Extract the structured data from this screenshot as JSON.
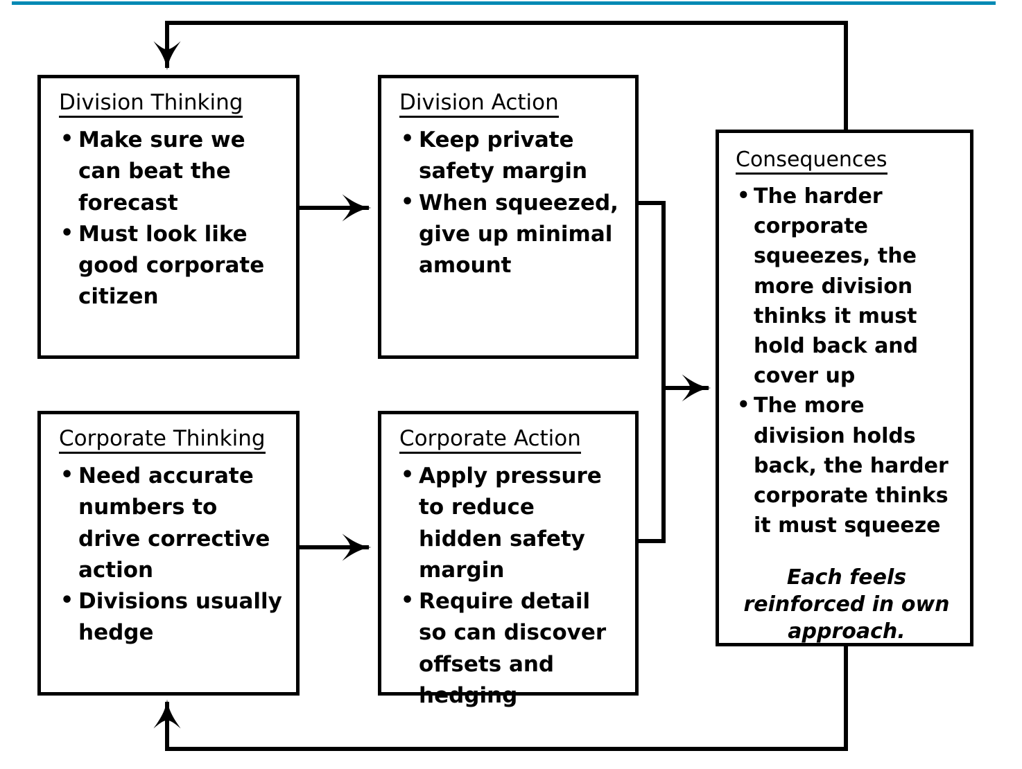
{
  "page": {
    "title": "Division vs Corporate reinforcing loop diagram",
    "accent_color": "#0089b4",
    "line_color": "#000000",
    "background_color": "#ffffff"
  },
  "nodes": {
    "division_thinking": {
      "title": "Division Thinking",
      "bullets": [
        "Make sure we can beat the forecast",
        "Must look like good corporate citizen"
      ]
    },
    "division_action": {
      "title": "Division Action",
      "bullets": [
        "Keep private safety margin",
        "When squeezed, give up minimal amount"
      ]
    },
    "corporate_thinking": {
      "title": "Corporate Thinking",
      "bullets": [
        "Need accurate numbers to drive corrective action",
        "Divisions usually hedge"
      ]
    },
    "corporate_action": {
      "title": "Corporate Action",
      "bullets": [
        "Apply pressure to reduce hidden safety margin",
        "Require detail so can discover offsets and hedging"
      ]
    },
    "consequences": {
      "title": "Consequences",
      "bullets": [
        "The harder corporate squeezes, the more division thinks it must hold back and cover up",
        "The more division holds back, the harder corporate thinks it must squeeze"
      ],
      "note": "Each feels reinforced in own approach."
    }
  },
  "connectors": [
    {
      "name": "division-thinking-to-division-action",
      "from": "division_thinking",
      "to": "division_action",
      "style": "straight-arrow-right"
    },
    {
      "name": "corporate-thinking-to-corporate-action",
      "from": "corporate_thinking",
      "to": "corporate_action",
      "style": "straight-arrow-right"
    },
    {
      "name": "division-action-to-consequences",
      "from": "division_action",
      "to": "consequences",
      "style": "elbow-arrow-right"
    },
    {
      "name": "corporate-action-to-consequences",
      "from": "corporate_action",
      "to": "consequences",
      "style": "elbow-arrow-right"
    },
    {
      "name": "consequences-feedback-to-division-thinking",
      "from": "consequences",
      "to": "division_thinking",
      "style": "loop-over-top-arrow-down"
    },
    {
      "name": "consequences-feedback-to-corporate-thinking",
      "from": "consequences",
      "to": "corporate_thinking",
      "style": "loop-under-bottom-arrow-up"
    }
  ]
}
